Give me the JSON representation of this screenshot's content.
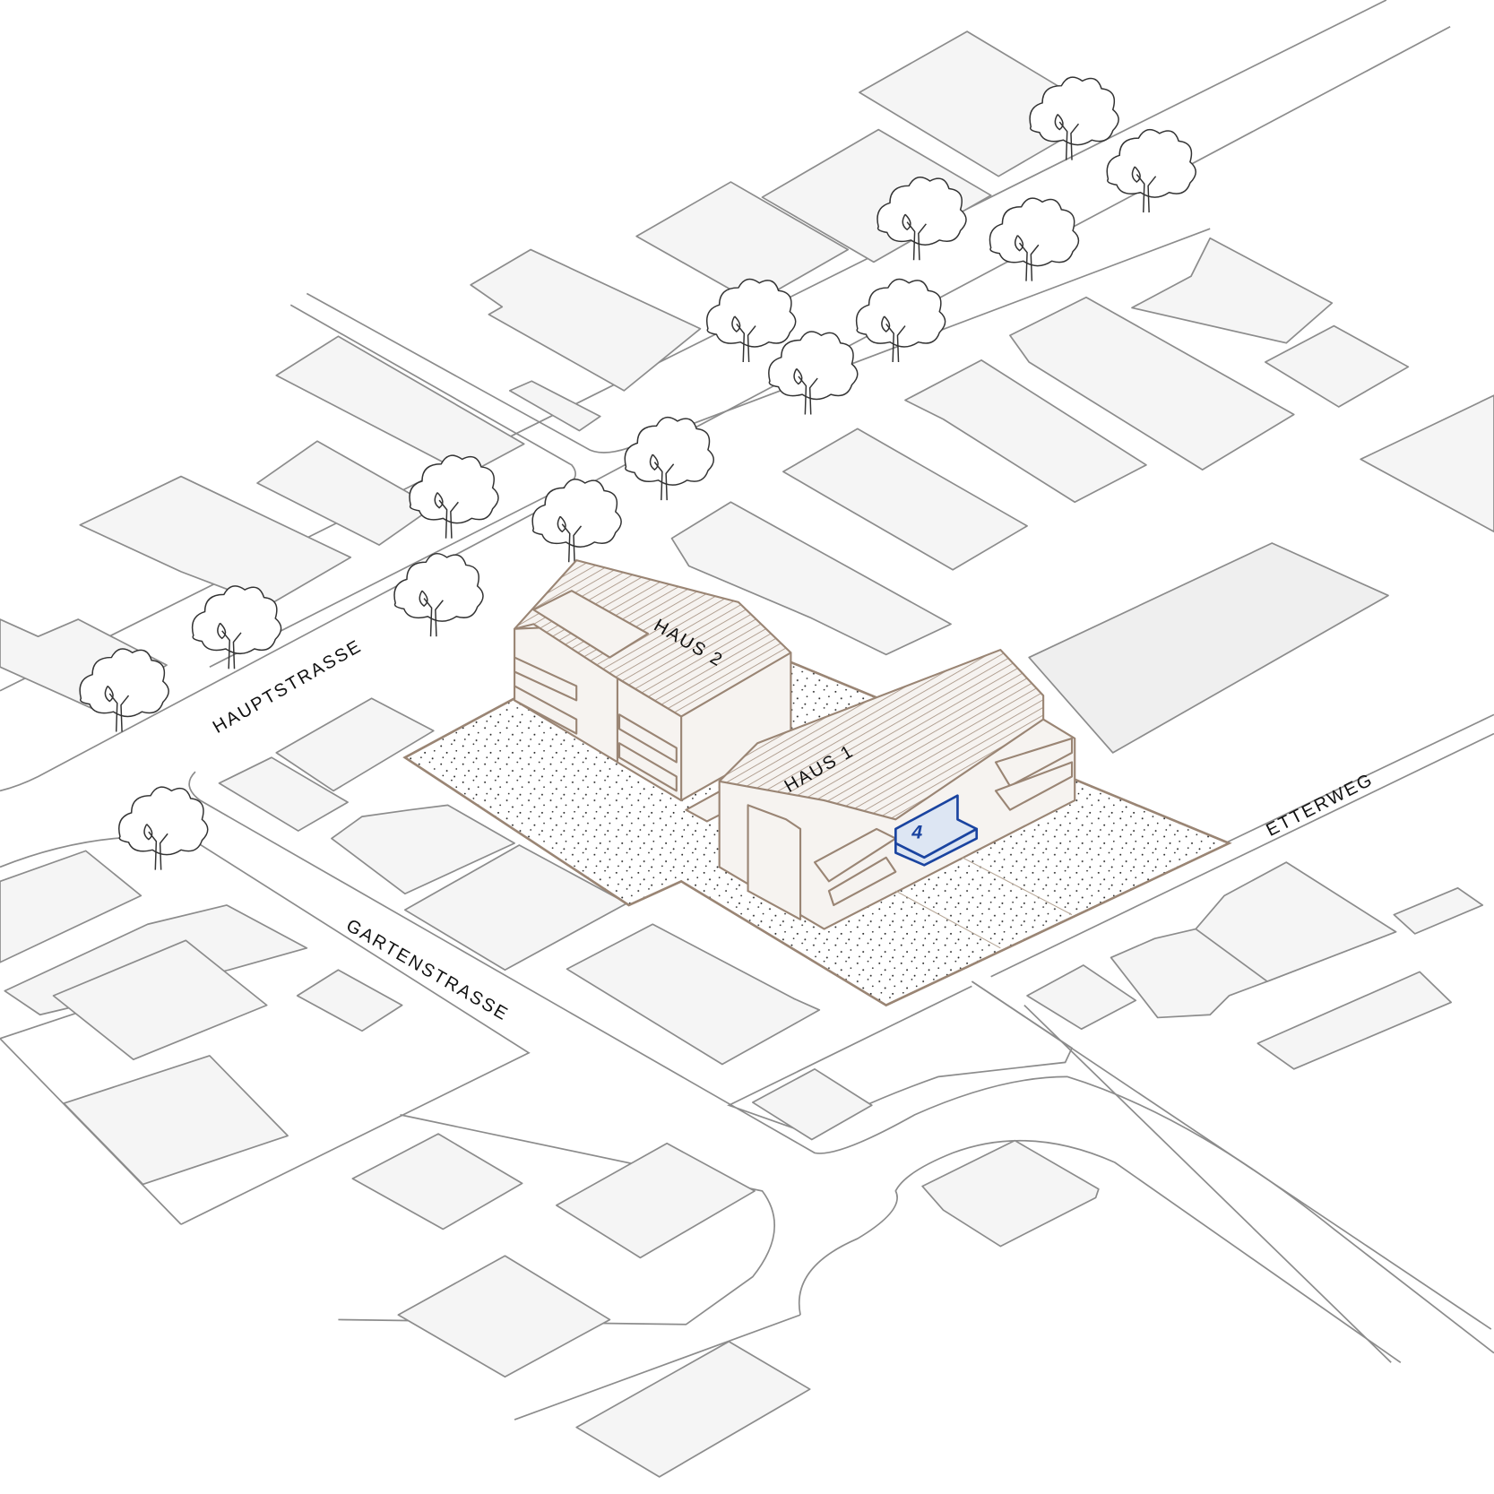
{
  "streets": {
    "hauptstrasse": "HAUPTSTRASSE",
    "gartenstrasse": "GARTENSTRASSE",
    "etterweg": "ETTERWEG"
  },
  "buildings": {
    "haus1": "HAUS 1",
    "haus2": "HAUS 2"
  },
  "highlighted_unit": {
    "label": "4",
    "color": "#1a44a0"
  },
  "colors": {
    "project": "#9a8574",
    "context": "#8c8c8c"
  }
}
